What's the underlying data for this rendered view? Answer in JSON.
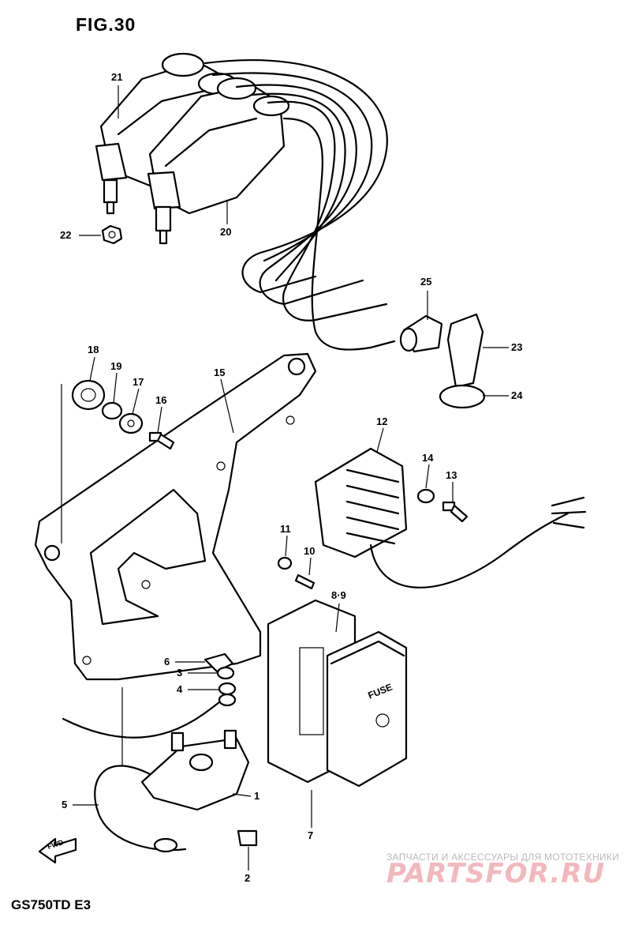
{
  "figure": {
    "title": "FIG.30",
    "model": "GS750TD  E3"
  },
  "watermark": {
    "tagline": "ЗАПЧАСТИ И АКСЕССУАРЫ ДЛЯ МОТОТЕХНИКИ",
    "brand": "PARTSFOR.RU"
  },
  "fwd_arrow_text": "FWD",
  "fuse_label": "FUSE",
  "callouts": [
    {
      "id": "c21",
      "text": "21"
    },
    {
      "id": "c22",
      "text": "22"
    },
    {
      "id": "c20",
      "text": "20"
    },
    {
      "id": "c25",
      "text": "25"
    },
    {
      "id": "c23",
      "text": "23"
    },
    {
      "id": "c24",
      "text": "24"
    },
    {
      "id": "c18",
      "text": "18"
    },
    {
      "id": "c19",
      "text": "19"
    },
    {
      "id": "c17",
      "text": "17"
    },
    {
      "id": "c16",
      "text": "16"
    },
    {
      "id": "c15",
      "text": "15"
    },
    {
      "id": "c12",
      "text": "12"
    },
    {
      "id": "c14",
      "text": "14"
    },
    {
      "id": "c13",
      "text": "13"
    },
    {
      "id": "c11",
      "text": "11"
    },
    {
      "id": "c10",
      "text": "10"
    },
    {
      "id": "c89",
      "text": "8·9"
    },
    {
      "id": "c6",
      "text": "6"
    },
    {
      "id": "c3",
      "text": "3"
    },
    {
      "id": "c4",
      "text": "4"
    },
    {
      "id": "c1",
      "text": "1"
    },
    {
      "id": "c5",
      "text": "5"
    },
    {
      "id": "c7",
      "text": "7"
    },
    {
      "id": "c2",
      "text": "2"
    }
  ]
}
